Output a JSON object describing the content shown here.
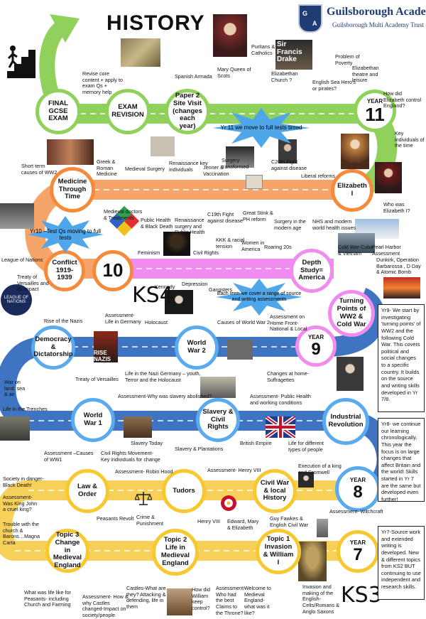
{
  "header": {
    "title": "HISTORY",
    "logo_name": "Guilsborough Academy",
    "logo_sub": "Guilsborough Multi Academy Trust",
    "shield_letters": [
      "G",
      "A"
    ]
  },
  "colors": {
    "green": "#8fd15a",
    "orange": "#f5a46a",
    "pink": "#f08cf0",
    "blue": "#3f74c2",
    "lightblue": "#5aaaf0",
    "yellow": "#f7d05a",
    "star": "#4fa6e8"
  },
  "circles": {
    "final_gcse": "FINAL GCSE EXAM",
    "exam_revision": "EXAM REVISION",
    "paper2": "Paper 2 Site Visit (changes each year)",
    "year11_label": "YEAR",
    "year11_num": "11",
    "medicine": "Medicine Through Time",
    "elizabeth": "Elizabeth I",
    "conflict": "Conflict 1919-1939",
    "ten": "10",
    "depth": "Depth Study= America",
    "turning": "Turning Points of WW2 & Cold War",
    "democracy": "Democracy & Dictatorship",
    "ww2": "World War 2",
    "year9_label": "YEAR",
    "year9_num": "9",
    "ww1": "World War 1",
    "slavery": "Slavery & Civil Rights",
    "industrial": "Industrial Revolution",
    "law": "Law & Order",
    "tudors": "Tudors",
    "civilwar": "Civil War & local History",
    "year8_label": "YEAR",
    "year8_num": "8",
    "topic3": "Topic 3 Change in Medieval England",
    "topic2": "Topic 2 Life in Medieval England",
    "topic1": "Topic 1 Invasion & William I",
    "year7_label": "YEAR",
    "year7_num": "7"
  },
  "stars": {
    "yr11": "Yr 11 we move to full tests timed",
    "yr10": "Yr10 –Test Qs moving to full tests",
    "term": "Each term we cover a range of source and writing assessments"
  },
  "ks": {
    "ks4": "KS4",
    "ks3": "KS3"
  },
  "labels": {
    "revise": "Revise core content + apply to exam Qs + memory help",
    "armada": "Spanish Armada",
    "mary": "Mary Queen of Scots",
    "puritans": "Puritans & Catholics",
    "drake": "Sir Francis Drake",
    "poverty": "Problem of Poverty",
    "eliz_church": "Elizabethan Church ?",
    "sea_hero": "English Sea Hero's or pirates?",
    "theatre": "Elizabethan theatre and leisure",
    "control": "How did Elizabeth control England?",
    "key_individuals": "Key individuals of the time",
    "who_eliz": "Who was Elizabeth I?",
    "short_term": "Short term causes of WW2",
    "greek": "Greek & Roman Medicine",
    "med_surgery": "Medieval Surgery",
    "renaiss_key": "Renaissance key individuals",
    "surgery_transformed": "Surgery transformed",
    "jenner": "Jenner & Vaccination",
    "c20": "C20th Fight against disease",
    "liberal": "Liberal reforms",
    "med_doctors": "Medieval doctors & Treatments",
    "public_health": "Public Health & Black Death",
    "renaiss_surgery": "Renaissance surgery and Public Health",
    "c19": "C19th Fight against disease",
    "stink": "Great Stink & PH reform",
    "modern_surgery": "Surgery in the modern age",
    "nhs": "NHS and modern world health issues",
    "league": "League of Nations",
    "versailles": "Treaty of Versailles and its impact",
    "feminism": "Feminism",
    "civil_rights": "Civil Rights",
    "kkk": "KKK & racial tension",
    "women": "Women in America",
    "roaring": "Roaring 20s",
    "coldwar": "Cold War-Cuba & Vietnam",
    "pearl": "Pearl Harbor Assessment",
    "dunkirk": "Dunkirk, Operation Barbarossa , D Day & Atomic Bomb",
    "kennedy": "Kennedy",
    "depression": "Depression",
    "gangsters": "Gangsters",
    "rise_nazis": "Rise of the Nazis",
    "assess_germany": "Assessment- Life in Germany",
    "holocaust": "Holocaust",
    "causes_ww2": "Causes of World War 2",
    "assess_home": "Assessment on Home Front- National & Local",
    "life_nazi": "Life in the Nazi Germany – youth, Terror and the Holocaust",
    "treaty_v": "Treaty of Versailles",
    "changes_home": "Changes at home- Suffragettes",
    "war_land": "War on land, sea & air",
    "trenches": "Life in the Trenches",
    "assess_slavery": "Assessment-Why was slavery abolished?",
    "assess_ph": "Assessment- Public Health and working conditions",
    "assess_ww1": "Assessment –Causes of WW1",
    "slavery_today": "Slavery Today",
    "civil_movement": "Civil Rights Movement-Key individuals for change",
    "plantations": "Slavery & Plantations",
    "empire": "British Empire",
    "life_types": "Life for different types of people",
    "robin": "Assessment- Robin Hood",
    "henry_assess": "Assessment- Henry VIII",
    "execution": "Execution of a king and Cromwell",
    "society": "Society in danger- Black Death!",
    "king_john": "Assessment- Was King John a cruel king?",
    "peasants": "Peasants Revolt",
    "crime": "Crime & Punishment",
    "henry": "Henry VIII",
    "edward": "Edward, Mary & Elizabeth",
    "guy": "Guy Fawkes & English Civil War",
    "witchcraft": "Assessment- Witchcraft",
    "trouble": "Trouble with the church & Barons…Magna Carta",
    "peasants_life": "What was life like for Peasants- including Church and Farming",
    "assess_castles": "Assessment- How & why Castles changed-Impact on society/people",
    "castles": "Castles-What are they? Attacking & defending, life in them",
    "william_control": "How did William keep control?",
    "best_claims": "Assessment- Who had the best Claims to the Throne?",
    "welcome": "Welcome to Medieval England- what was it like?",
    "invasion": "Invasion and making of the English- Celts/Romans & Anglo Saxons"
  },
  "notes": {
    "yr9": "Yr9- We start by investigating 'turning points' of WW2 and the following Cold War. This covers political and social changes to a specific country. It builds on the source and writing skills developed in Yr 7/8.",
    "yr8": "Yr8- we continue our learning chronologically. This year the focus is on large changes that affect Britain and the world! Skills started in Yr 7 are the same but developed even further!",
    "yr7": "Yr7-Source work and extended writing is developed. New & different topics from KS2 BUT continuing to use independent and research skills."
  },
  "pictures": {
    "drake_caption": "Sir Francis Drake",
    "rise_nazis_caption": "RISE NAZIS",
    "league_caption": "LEAGUE OF NATIONS"
  }
}
